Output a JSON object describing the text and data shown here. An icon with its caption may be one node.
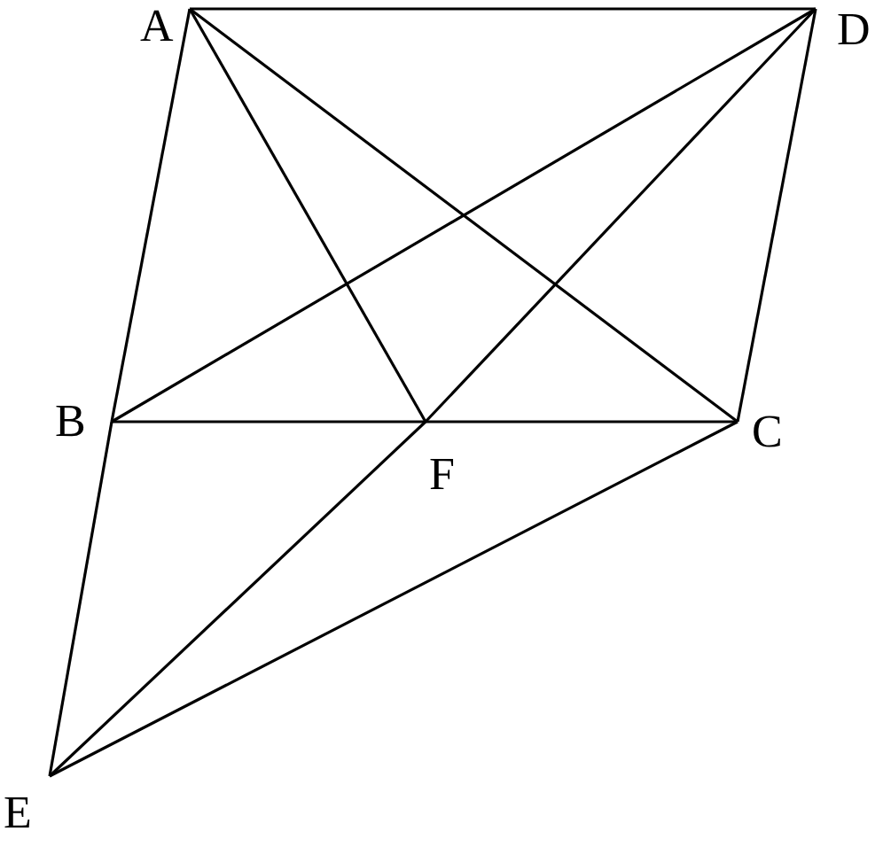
{
  "diagram": {
    "nodes": [
      {
        "text": [
          "A"
        ]
      },
      {
        "text": [
          "D"
        ]
      },
      {
        "text": [
          "B"
        ]
      },
      {
        "text": [
          "F"
        ]
      },
      {
        "text": [
          "C"
        ]
      },
      {
        "text": [
          "E"
        ]
      }
    ],
    "edges": [
      {
        "from": 0,
        "to": 1,
        "arrow": "none"
      },
      {
        "from": 0,
        "to": 2,
        "arrow": "none"
      },
      {
        "from": 2,
        "to": 5,
        "arrow": "none"
      },
      {
        "from": 0,
        "to": 3,
        "arrow": "none"
      },
      {
        "from": 0,
        "to": 4,
        "arrow": "none"
      },
      {
        "from": 2,
        "to": 1,
        "arrow": "none"
      },
      {
        "from": 2,
        "to": 3,
        "arrow": "none"
      },
      {
        "from": 3,
        "to": 4,
        "arrow": "none"
      },
      {
        "from": 1,
        "to": 4,
        "arrow": "none"
      },
      {
        "from": 5,
        "to": 4,
        "arrow": "none"
      },
      {
        "from": 5,
        "to": 3,
        "arrow": "none"
      },
      {
        "from": 3,
        "to": 1,
        "arrow": "none"
      }
    ]
  }
}
